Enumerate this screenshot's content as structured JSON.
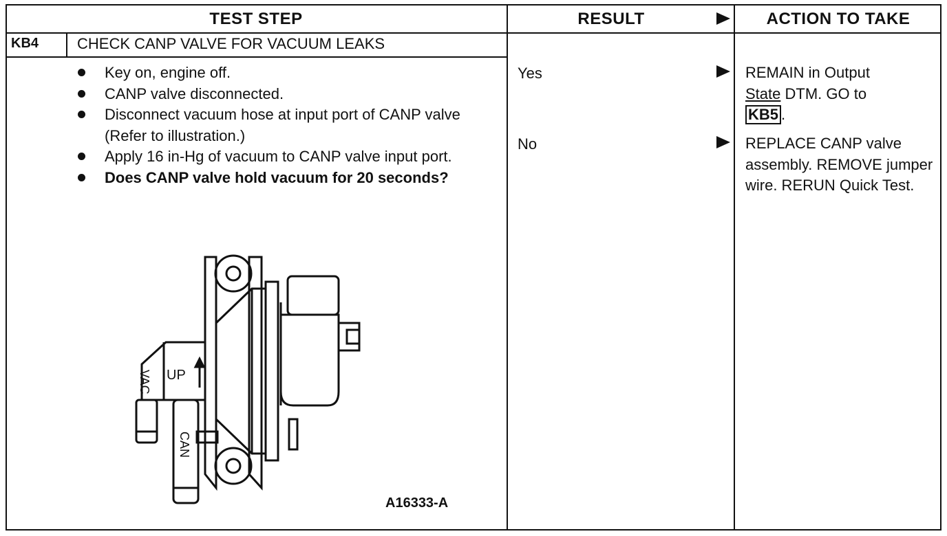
{
  "headers": {
    "test_step": "TEST STEP",
    "result": "RESULT",
    "action": "ACTION TO TAKE"
  },
  "step": {
    "id": "KB4",
    "title": "CHECK CANP VALVE FOR VACUUM LEAKS",
    "bullets": [
      "Key on, engine off.",
      "CANP valve disconnected.",
      "Disconnect vacuum hose at input port of CANP valve (Refer to illustration.)",
      "Apply 16 in-Hg of vacuum to CANP valve input port.",
      "Does CANP valve hold vacuum for 20 seconds?"
    ]
  },
  "figure": {
    "id": "A16333-A",
    "labels": {
      "up": "UP",
      "vac": "VAC",
      "can": "CAN"
    }
  },
  "results": [
    {
      "result": "Yes",
      "action_prefix": "REMAIN in Output",
      "action_state": "State",
      "action_mid": " DTM. GO to",
      "action_ref": "KB5",
      "action_suffix": "."
    },
    {
      "result": "No",
      "action": "REPLACE CANP valve assembly. REMOVE jumper wire. RERUN Quick Test."
    }
  ]
}
